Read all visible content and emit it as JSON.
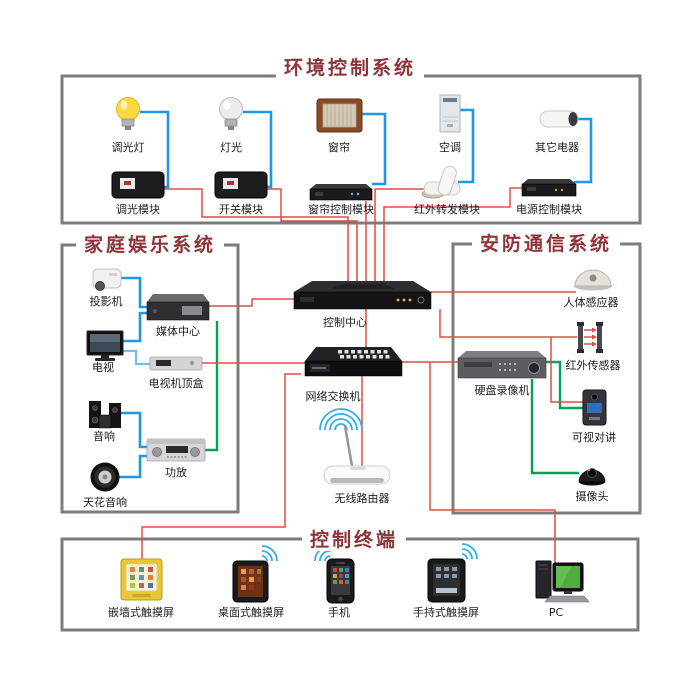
{
  "sections": {
    "environment": {
      "title": "环境控制系统",
      "devices": [
        "调光灯",
        "灯光",
        "窗帘",
        "空调",
        "其它电器"
      ],
      "modules": [
        "调光模块",
        "开关模块",
        "窗帘控制模块",
        "红外转发模块",
        "电源控制模块"
      ]
    },
    "entertainment": {
      "title": "家庭娱乐系统",
      "devices": [
        "投影机",
        "媒体中心",
        "电视",
        "电视机顶盒",
        "音响",
        "功放",
        "天花音响"
      ]
    },
    "security": {
      "title": "安防通信系统",
      "devices": [
        "人体感应器",
        "红外传感器",
        "硬盘录像机",
        "可视对讲",
        "摄像头"
      ]
    },
    "terminal": {
      "title": "控制终端",
      "devices": [
        "嵌墙式触摸屏",
        "桌面式触摸屏",
        "手机",
        "手持式触摸屏",
        "PC"
      ]
    },
    "core": {
      "devices": [
        "控制中心",
        "网络交换机",
        "无线路由器"
      ]
    }
  },
  "colors": {
    "section_title": "#8e3338",
    "box_border": "#7c7c7c",
    "line_red": "#dd4f45",
    "line_blue": "#1f97e5",
    "line_blue_light": "#6fc0ee",
    "line_green": "#00a553",
    "wifi_blue": "#35aee2"
  }
}
